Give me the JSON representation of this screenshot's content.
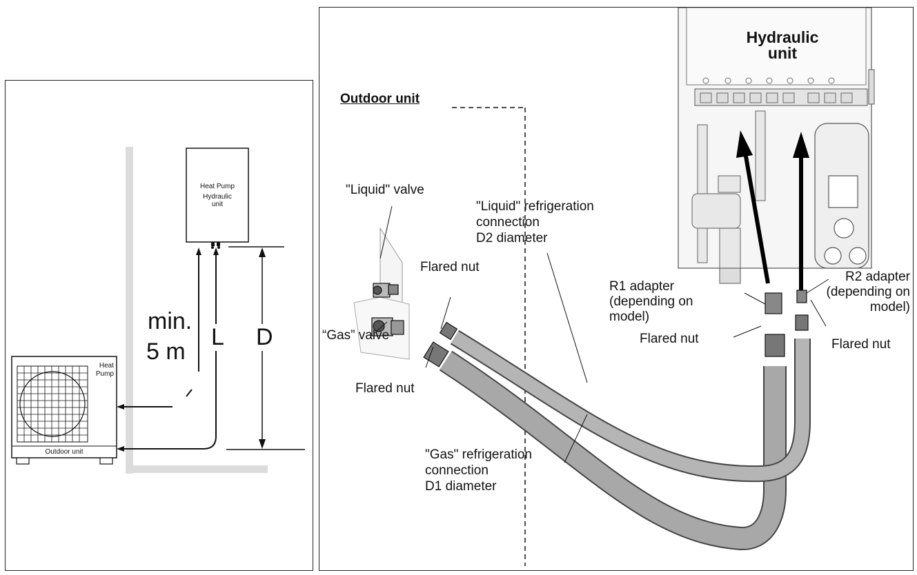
{
  "left_diagram": {
    "indoor_unit": {
      "line1": "Heat Pump",
      "line2": "Hydraulic",
      "line3": "unit"
    },
    "outdoor_unit": {
      "brand_line1": "Heat",
      "brand_line2": "Pump",
      "label": "Outdoor unit"
    },
    "min_label": "min.",
    "distance_label": "5 m",
    "L_label": "L",
    "D_label": "D"
  },
  "right_diagram": {
    "outdoor_unit_title": "Outdoor unit",
    "hydraulic_unit": {
      "line1": "Hydraulic",
      "line2": "unit"
    },
    "liquid_valve": "\"Liquid\" valve",
    "gas_valve": "“Gas” valve",
    "flared_nut_upper": "Flared nut",
    "flared_nut_lower": "Flared nut",
    "flared_nut_r1": "Flared nut",
    "flared_nut_r2": "Flared nut",
    "liquid_connection": {
      "line1": "\"Liquid\" refrigeration",
      "line2": "connection",
      "line3": "D2 diameter"
    },
    "gas_connection": {
      "line1": "\"Gas\" refrigeration",
      "line2": "connection",
      "line3": "D1 diameter"
    },
    "r1_adapter": {
      "line1": "R1 adapter",
      "line2": "(depending on",
      "line3": "model)"
    },
    "r2_adapter": {
      "line1": "R2 adapter",
      "line2": "(depending on",
      "line3": "model)"
    }
  }
}
